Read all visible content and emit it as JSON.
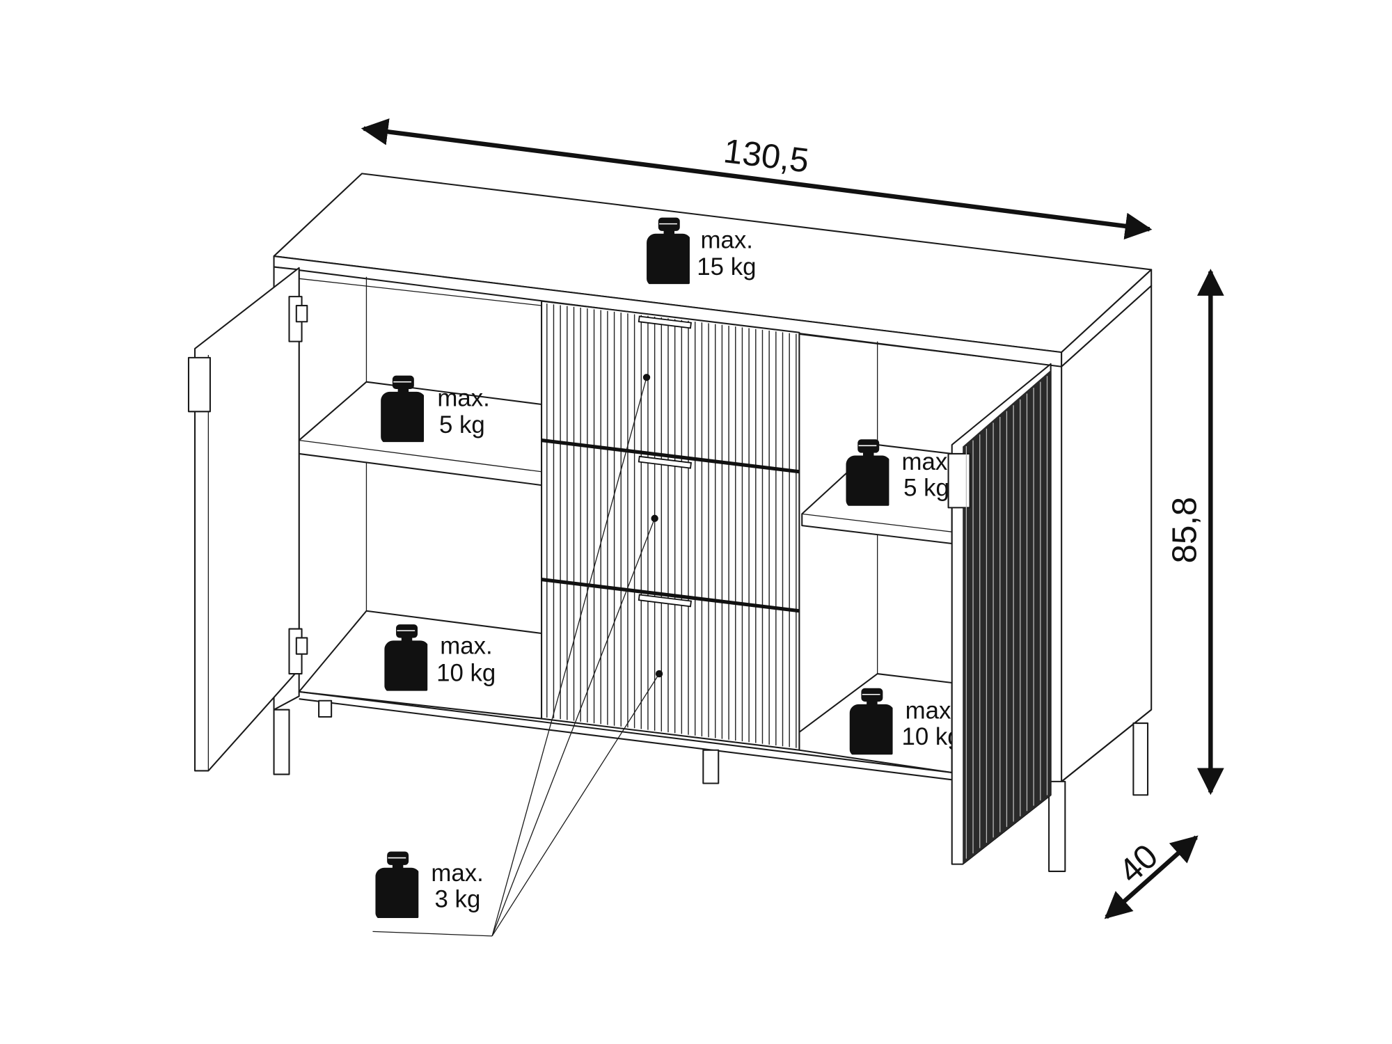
{
  "colors": {
    "ink": "#1a1a1a",
    "background": "#ffffff",
    "weight_fill": "#111111"
  },
  "dimensions": {
    "width": "130,5",
    "height": "85,8",
    "depth": "40"
  },
  "loads": {
    "top": {
      "line1": "max.",
      "line2": "15 kg"
    },
    "left_shelf": {
      "line1": "max.",
      "line2": "5 kg"
    },
    "right_shelf": {
      "line1": "max.",
      "line2": "5 kg"
    },
    "left_bottom": {
      "line1": "max.",
      "line2": "10 kg"
    },
    "right_bottom": {
      "line1": "max.",
      "line2": "10 kg"
    },
    "drawers": {
      "line1": "max.",
      "line2": "3 kg"
    }
  },
  "icons": {
    "weight": "weight-icon",
    "arrow": "double-arrow-icon"
  }
}
